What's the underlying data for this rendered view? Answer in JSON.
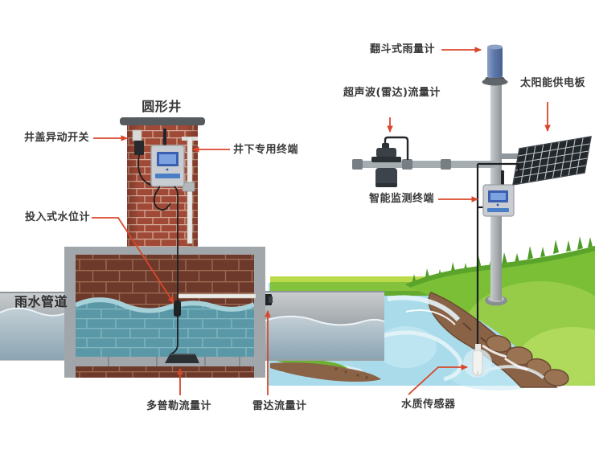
{
  "figure": {
    "labels": {
      "well_title": "圆形井",
      "manhole_switch": "井盖异动开关",
      "underground_terminal": "井下专用终端",
      "submersible_level_gauge": "投入式水位计",
      "rain_pipe": "雨水管道",
      "doppler_flowmeter": "多普勒流量计",
      "radar_flowmeter": "雷达流量计",
      "tipping_bucket_rain_gauge": "翻斗式雨量计",
      "ultrasonic_radar_flowmeter": "超声波(雷达)流量计",
      "solar_panel": "太阳能供电板",
      "smart_monitoring_terminal": "智能监测终端",
      "water_quality_sensor": "水质传感器"
    },
    "colors": {
      "leader_line": "#d9472b",
      "label_text": "#383838",
      "well_brick": "#a04936",
      "chamber_brick": "#6d392a",
      "chamber_water": "#5b98a7",
      "pipe_gray": "#9aa2a7",
      "stream_water": "#a9dbeb",
      "grass_green": "#7abf35",
      "bank_brown": "#8a6347",
      "rain_gauge_blue": "#5d78ab",
      "solar_panel_dark": "#23282d",
      "device_gray": "#c9ccd0",
      "device_screen_blue": "#3b5fb0"
    }
  }
}
